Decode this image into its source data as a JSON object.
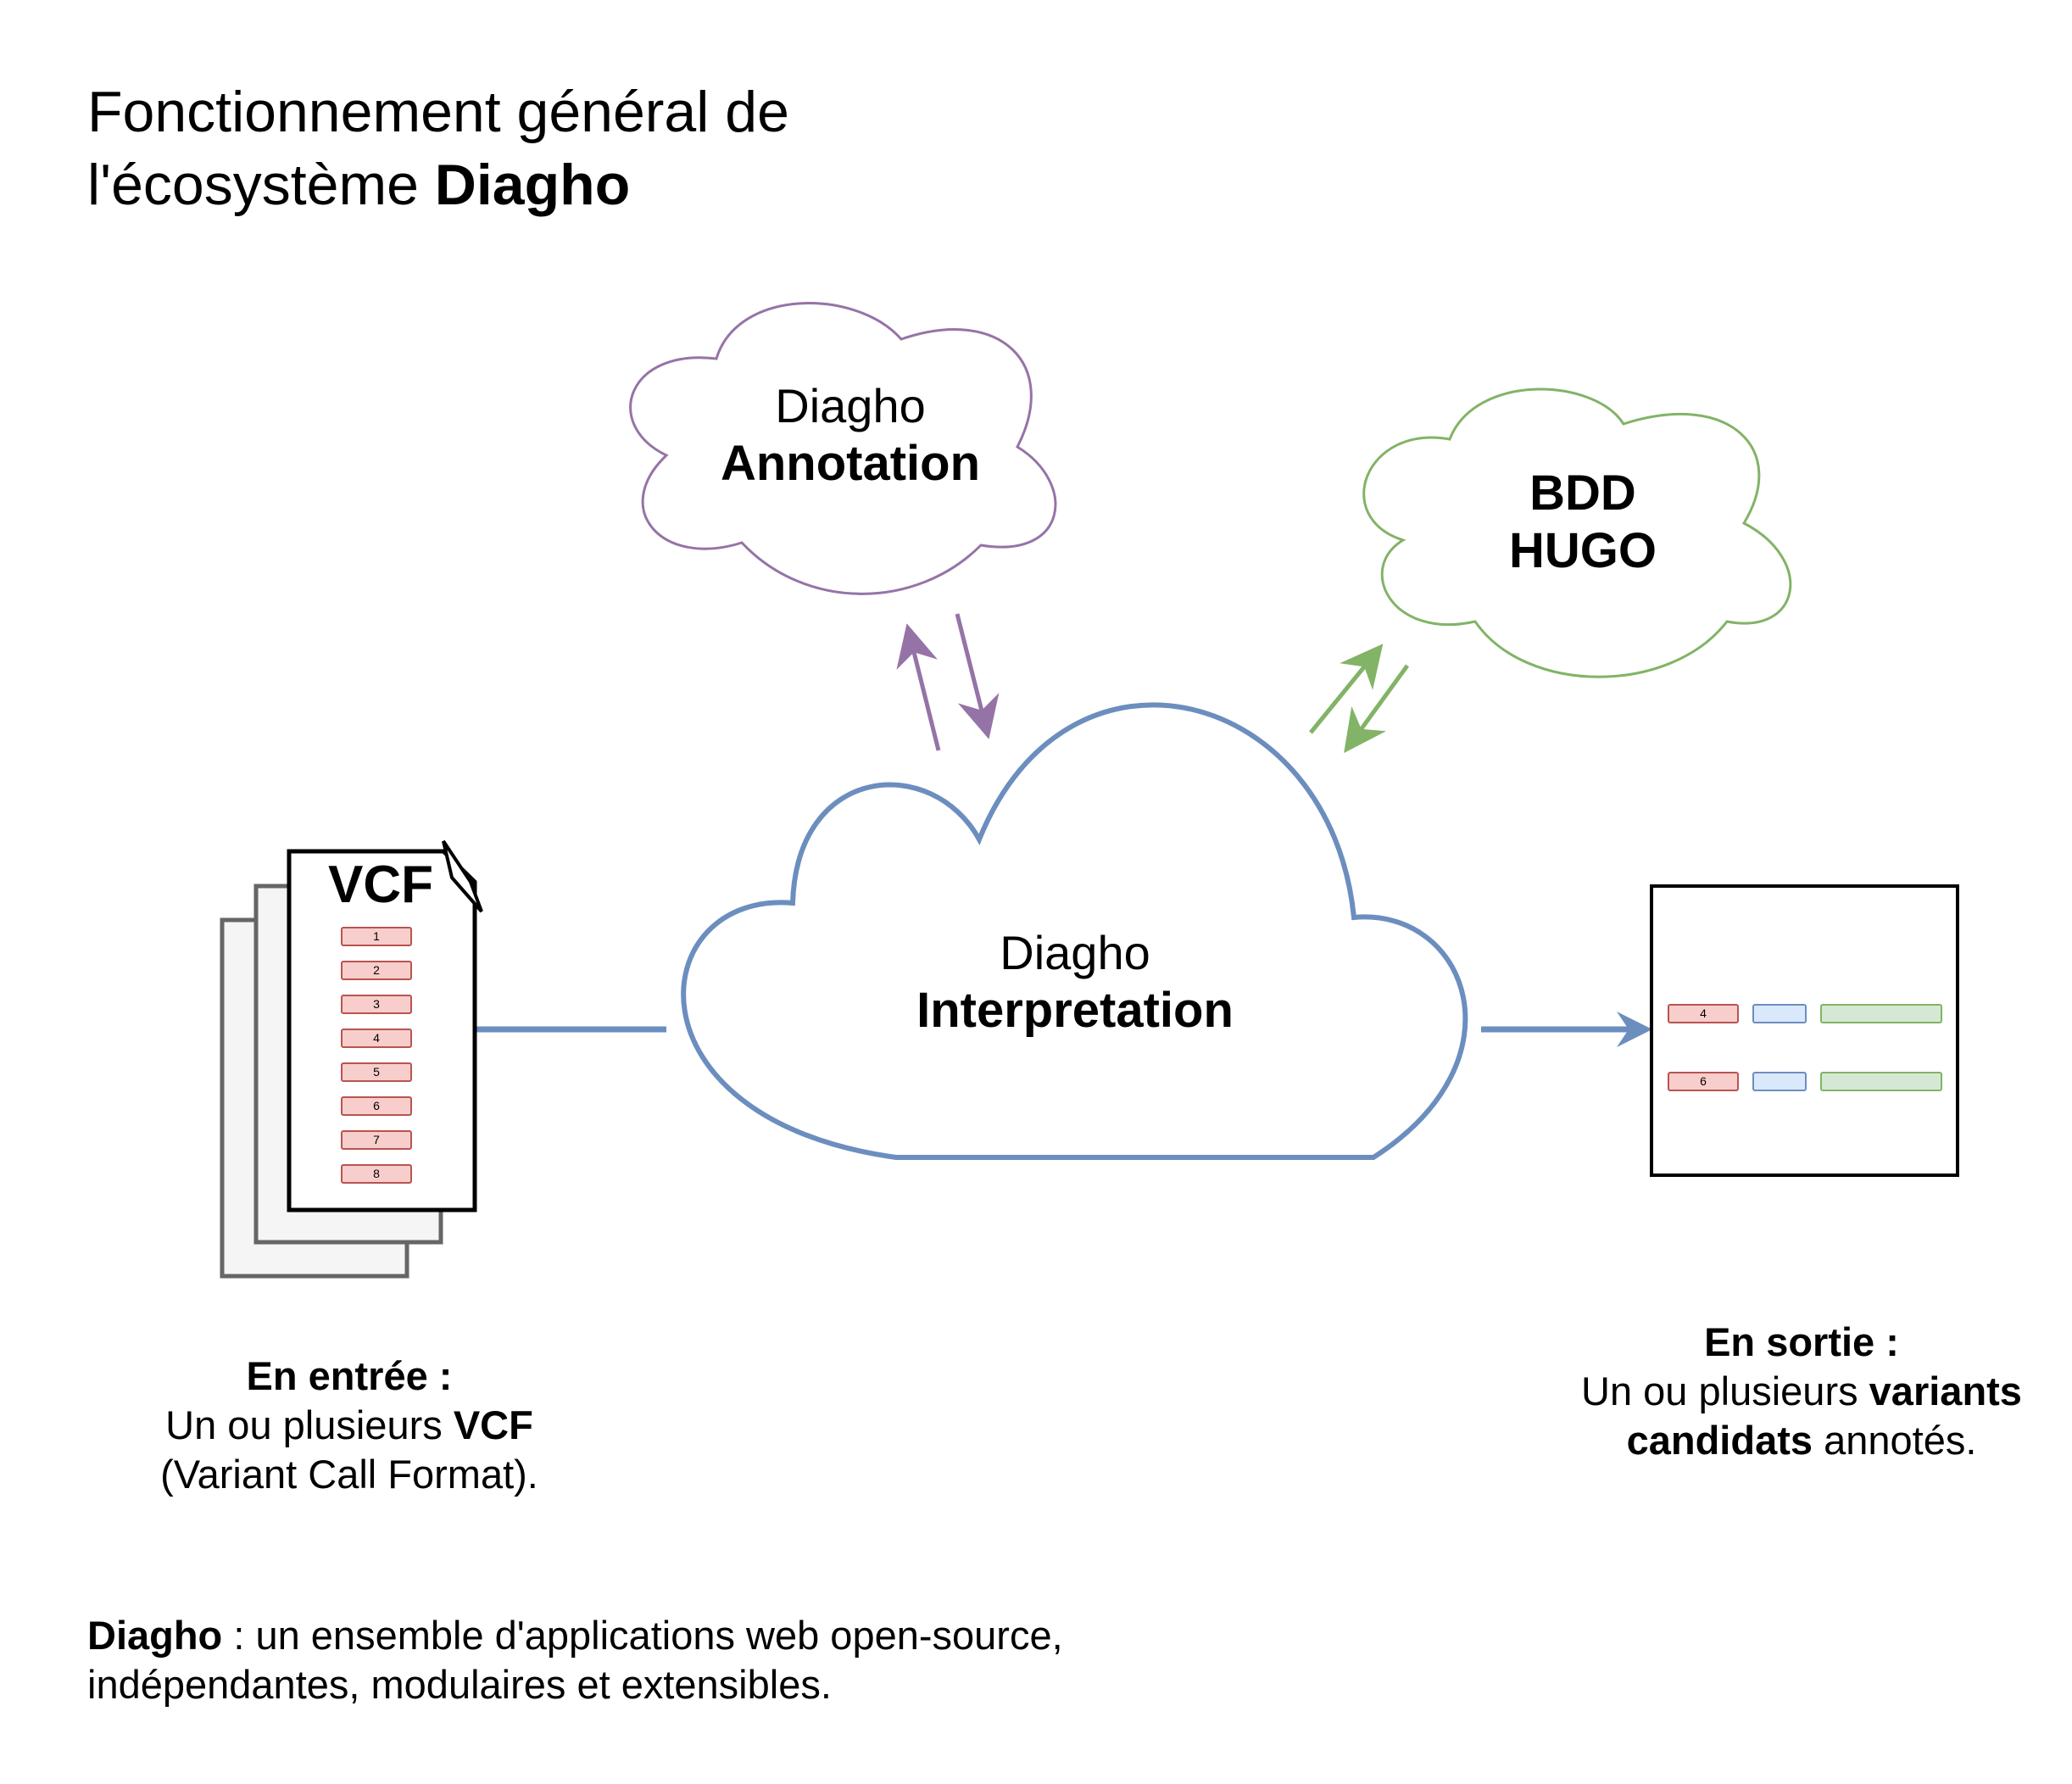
{
  "title": {
    "line1": "Fonctionnement général de",
    "line2_prefix": "l'écosystème ",
    "line2_bold": "Diagho"
  },
  "annotation_cloud": {
    "line1": "Diagho",
    "line2": "Annotation",
    "color": "#9673a6"
  },
  "bdd_cloud": {
    "line1": "BDD",
    "line2": "HUGO",
    "color": "#82b366"
  },
  "interpretation_cloud": {
    "line1": "Diagho",
    "line2": "Interpretation",
    "color": "#6c8ebf"
  },
  "vcf_doc": {
    "label": "VCF",
    "rows": [
      "1",
      "2",
      "3",
      "4",
      "5",
      "6",
      "7",
      "8"
    ]
  },
  "output_panel": {
    "rows": [
      "4",
      "6"
    ]
  },
  "input_caption": {
    "heading": "En entrée :",
    "line2_prefix": "Un ou plusieurs ",
    "line2_bold": "VCF",
    "line3": "(Variant Call Format)."
  },
  "output_caption": {
    "heading": "En sortie :",
    "line2_prefix": "Un ou plusieurs ",
    "line2_bold": "variants",
    "line3_bold": "candidats",
    "line3_suffix": " annotés."
  },
  "footer": {
    "bold": "Diagho",
    "line1_rest": " : un ensemble d'applications web open-source,",
    "line2": "indépendantes, modulaires et extensibles."
  }
}
